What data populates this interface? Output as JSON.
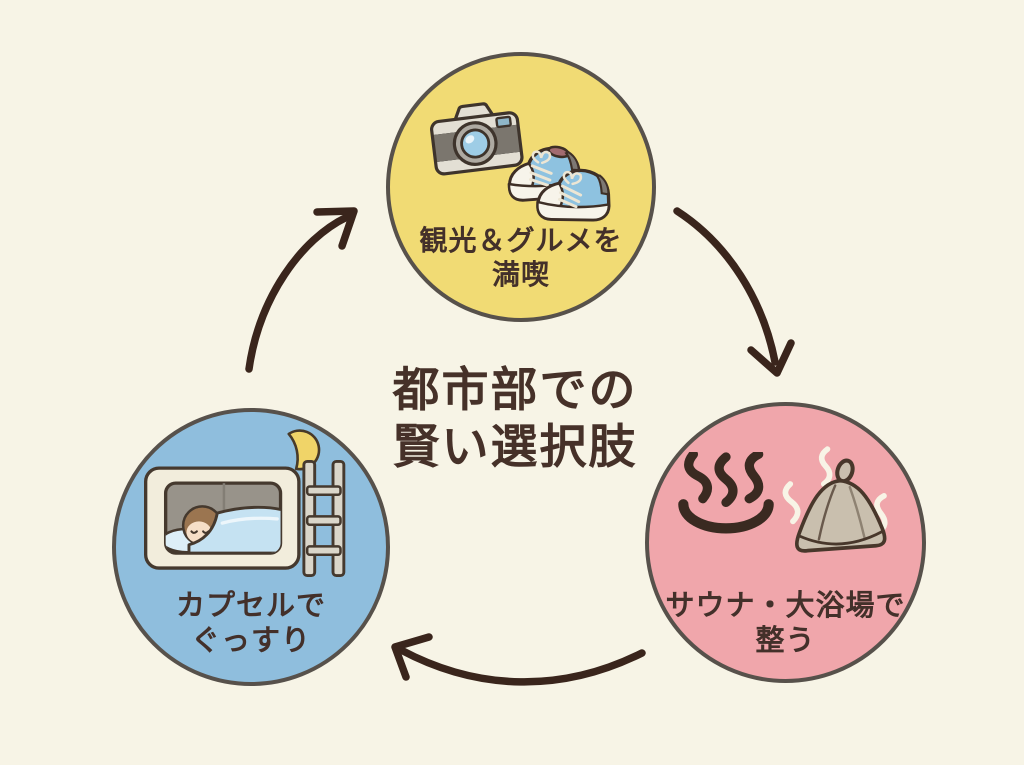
{
  "title": {
    "line1": "都市部での",
    "line2": "賢い選択肢",
    "color": "#463129"
  },
  "nodes": [
    {
      "id": "sightseeing",
      "line1": "観光＆グルメを",
      "line2": "満喫",
      "fill": "#F1DB74",
      "icons": [
        "camera-icon",
        "sneakers-icon"
      ]
    },
    {
      "id": "sauna",
      "line1": "サウナ・大浴場で",
      "line2": "整う",
      "fill": "#F0A6AB",
      "icons": [
        "onsen-icon",
        "sauna-hat-icon",
        "steam-icon"
      ]
    },
    {
      "id": "capsule",
      "line1": "カプセルで",
      "line2": "ぐっすり",
      "fill": "#8FBEDD",
      "icons": [
        "moon-icon",
        "capsule-bed-icon",
        "ladder-icon",
        "sleeping-person-icon"
      ]
    }
  ],
  "arrows": {
    "color": "#3A251C",
    "items": [
      {
        "name": "arrow-top-to-right",
        "from": "sightseeing",
        "to": "sauna"
      },
      {
        "name": "arrow-right-to-left",
        "from": "sauna",
        "to": "capsule"
      },
      {
        "name": "arrow-left-to-top",
        "from": "capsule",
        "to": "sightseeing"
      }
    ]
  },
  "style": {
    "background": "#F7F4E6",
    "circle_border": "#57514B",
    "label_color": "#43302A"
  }
}
